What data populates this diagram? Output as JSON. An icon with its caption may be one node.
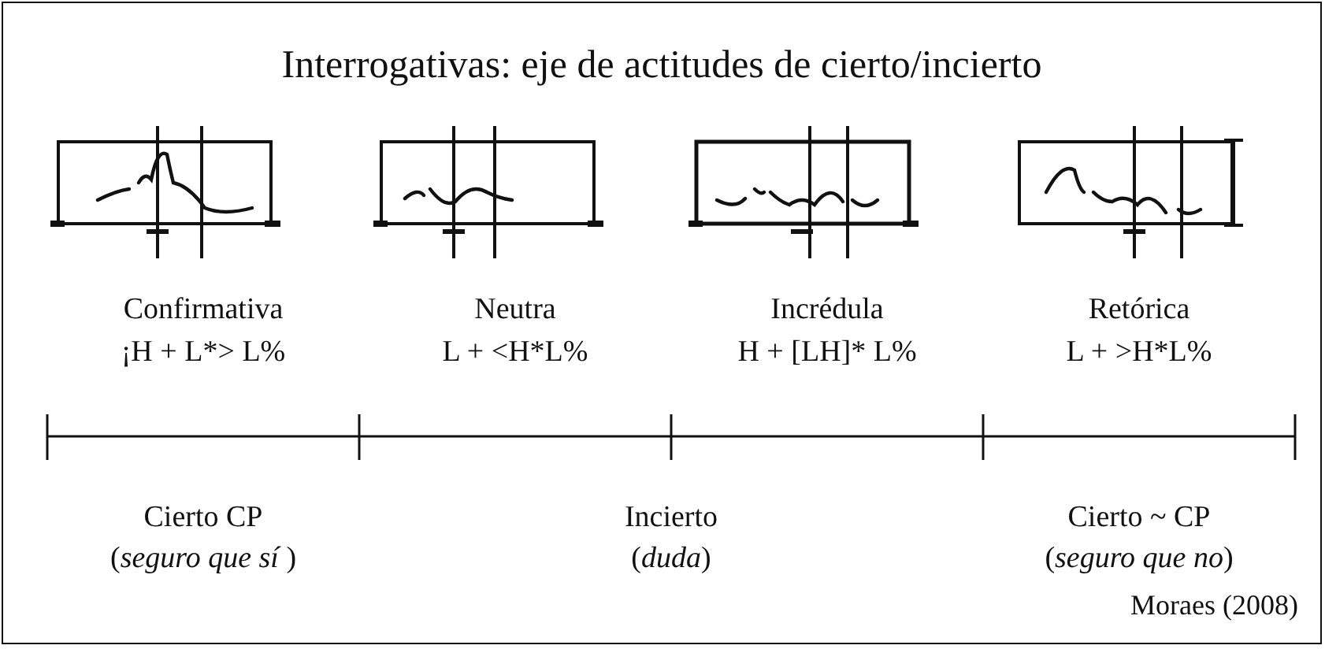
{
  "diagram": {
    "title": "Interrogativas: eje de actitudes de cierto/incierto",
    "labels": [
      "Confirmativa",
      "Neutra",
      "Incrédula",
      "Retórica",
      "¡H + L*> L%",
      "L + <H*L%",
      "H + [LH]* L%",
      "L + >H*L%",
      "Cierto CP",
      "Incierto",
      "Cierto ~ CP",
      "(*seguro que sí* )",
      "(*duda*)",
      "(*seguro que no*)"
    ],
    "caption": "Moraes (2008)"
  }
}
